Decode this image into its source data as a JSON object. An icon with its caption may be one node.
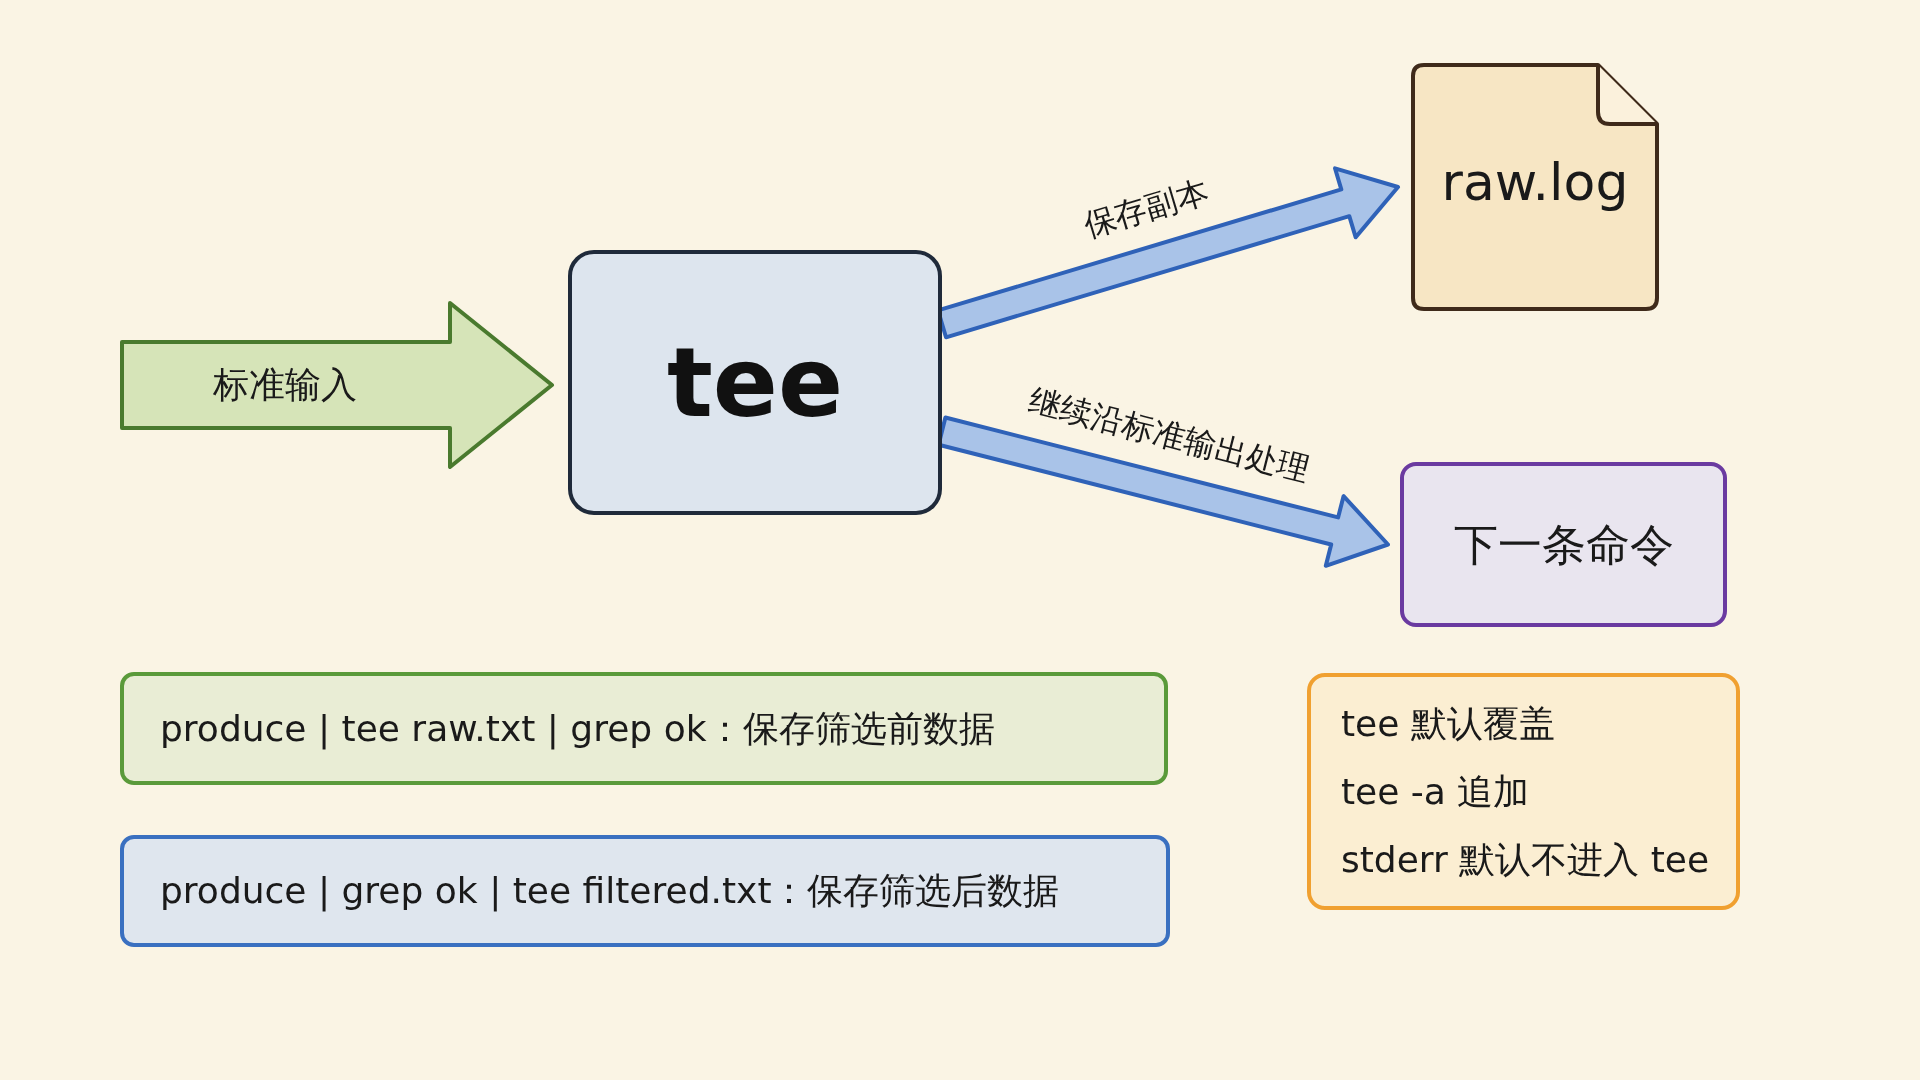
{
  "diagram": {
    "nodes": [
      {
        "text": [
          "标准输入"
        ]
      },
      {
        "text": [
          "tee"
        ]
      },
      {
        "text": [
          "raw.log"
        ]
      },
      {
        "text": [
          "下一条命令"
        ]
      },
      {
        "text": [
          "produce | tee raw.txt | grep ok：保存筛选前数据"
        ]
      },
      {
        "text": [
          "produce | grep ok | tee filtered.txt：保存筛选后数据"
        ]
      },
      {
        "text": [
          "tee 默认覆盖",
          "tee -a 追加",
          "stderr 默认不进入 tee"
        ]
      }
    ],
    "edges": [
      {
        "from": 1,
        "to": 2,
        "arrow": "to",
        "label": "保存副本",
        "style": "thick",
        "color": "#2f62b8"
      },
      {
        "from": 1,
        "to": 3,
        "arrow": "to",
        "label": "继续沿标准输出处理",
        "style": "thick",
        "color": "#2f62b8"
      }
    ]
  }
}
